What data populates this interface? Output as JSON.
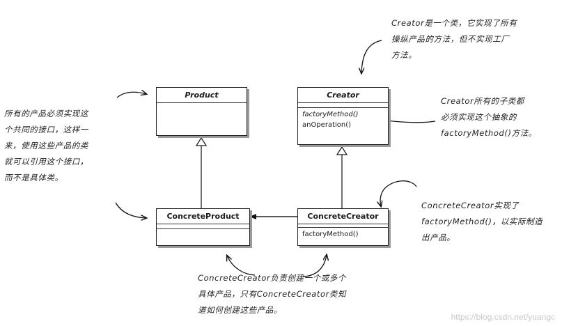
{
  "classes": {
    "product": {
      "name": "Product",
      "abstract": true,
      "operations": []
    },
    "creator": {
      "name": "Creator",
      "abstract": true,
      "operations": [
        {
          "label": "factoryMethod()",
          "abstract": true
        },
        {
          "label": "anOperation()",
          "abstract": false
        }
      ]
    },
    "concrete_product": {
      "name": "ConcreteProduct",
      "abstract": false,
      "operations": []
    },
    "concrete_creator": {
      "name": "ConcreteCreator",
      "abstract": false,
      "operations": [
        {
          "label": "factoryMethod()",
          "abstract": false
        }
      ]
    }
  },
  "notes": {
    "creator_note": [
      "Creator是一个类，它实现了所有",
      "操纵产品的方法，但不实现工厂",
      "方法。"
    ],
    "product_note": [
      "所有的产品必须实现这",
      "个共同的接口，这样一",
      "来，使用这些产品的类",
      "就可以引用这个接口，",
      "而不是具体类。"
    ],
    "subclass_note": [
      "Creator所有的子类都",
      "必须实现这个抽象的",
      "factoryMethod()方法。"
    ],
    "concrete_creator_note": [
      "ConcreteCreator实现了",
      "factoryMethod()，以实际制造",
      "出产品。"
    ],
    "bottom_note": [
      "ConcreteCreator负责创建一个或多个",
      "具体产品，只有ConcreteCreator类知",
      "道如何创建这些产品。"
    ]
  },
  "watermark": "https://blog.csdn.net/yuangc",
  "colors": {
    "ink": "#1b1b1b",
    "shadow": "#9a9a9a",
    "watermark": "#c8c8c8"
  }
}
